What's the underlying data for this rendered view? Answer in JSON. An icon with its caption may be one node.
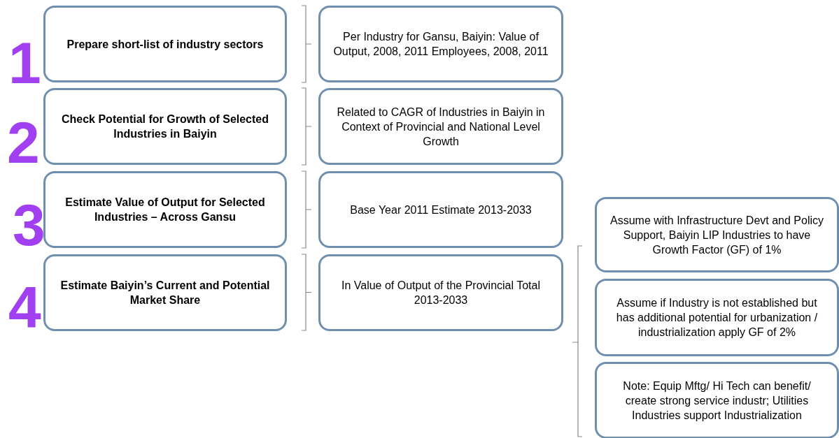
{
  "diagram": {
    "nodes": [
      {
        "text": [
          "Prepare short-list of industry sectors"
        ],
        "beside": [
          "1"
        ]
      },
      {
        "text": [
          "Per Industry for Gansu, Baiyin: Value of Output, 2008, 2011 Employees, 2008, 2011"
        ]
      },
      {
        "text": [
          "Check Potential for Growth of Selected Industries in Baiyin"
        ],
        "beside": [
          "2"
        ]
      },
      {
        "text": [
          "Related to CAGR of Industries in Baiyin in Context of Provincial and National Level Growth"
        ]
      },
      {
        "text": [
          "Estimate Value of Output for Selected Industries – Across Gansu"
        ],
        "beside": [
          "3"
        ]
      },
      {
        "text": [
          "Base Year 2011 Estimate 2013-2033"
        ]
      },
      {
        "text": [
          "Estimate Baiyin’s Current and Potential Market Share"
        ],
        "beside": [
          "4"
        ]
      },
      {
        "text": [
          "In Value of Output of the Provincial Total 2013-2033"
        ]
      },
      {
        "text": [
          "Assume with Infrastructure Devt and Policy Support, Baiyin LIP Industries to have Growth Factor  (GF) of 1%"
        ]
      },
      {
        "text": [
          "Assume if Industry is not established but has additional potential for urbanization / industrialization apply GF of 2%"
        ]
      },
      {
        "text": [
          "Note: Equip Mftg/ Hi Tech can benefit/ create strong service industr; Utilities Industries support Industrialization"
        ]
      }
    ]
  }
}
